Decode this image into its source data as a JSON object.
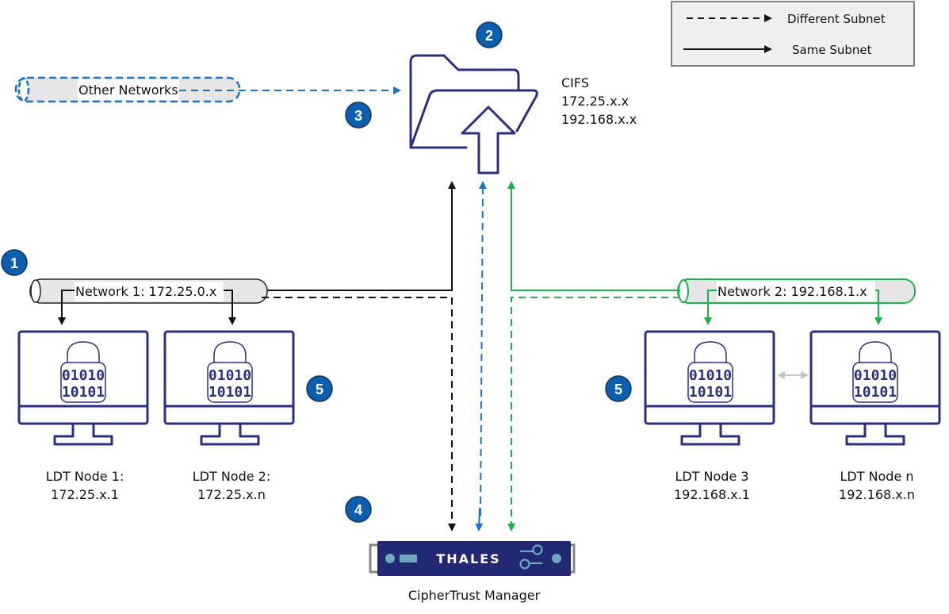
{
  "legend": {
    "different_subnet": "Different Subnet",
    "same_subnet": "Same Subnet"
  },
  "badges": [
    "1",
    "2",
    "3",
    "4",
    "5",
    "5"
  ],
  "other_networks": {
    "label": "Other Networks"
  },
  "cifs": {
    "title": "CIFS",
    "addresses": [
      "172.25.x.x",
      "192.168.x.x"
    ]
  },
  "network1": {
    "label": "Network 1: 172.25.0.x"
  },
  "network2": {
    "label": "Network 2: 192.168.1.x"
  },
  "nodes": [
    {
      "name": "LDT Node 1:",
      "ip": "172.25.x.1",
      "binary": [
        "01010",
        "10101"
      ]
    },
    {
      "name": "LDT Node 2:",
      "ip": "172.25.x.n",
      "binary": [
        "01010",
        "10101"
      ]
    },
    {
      "name": "LDT Node 3",
      "ip": "192.168.x.1",
      "binary": [
        "01010",
        "10101"
      ]
    },
    {
      "name": "LDT Node n",
      "ip": "192.168.x.n",
      "binary": [
        "01010",
        "10101"
      ]
    }
  ],
  "appliance": {
    "brand": "THALES",
    "label": "CipherTrust Manager"
  },
  "colors": {
    "navy": "#2b2f7e",
    "badge_blue": "#0b5fae",
    "blue_link": "#1a73c4",
    "green_link": "#1fb04a",
    "black_link": "#111111",
    "gray_arrow": "#c4c4c4",
    "pipe_fill": "#e6e6e6",
    "legend_bg": "#f0f0f0",
    "appliance_accent": "#6ea8c0"
  }
}
